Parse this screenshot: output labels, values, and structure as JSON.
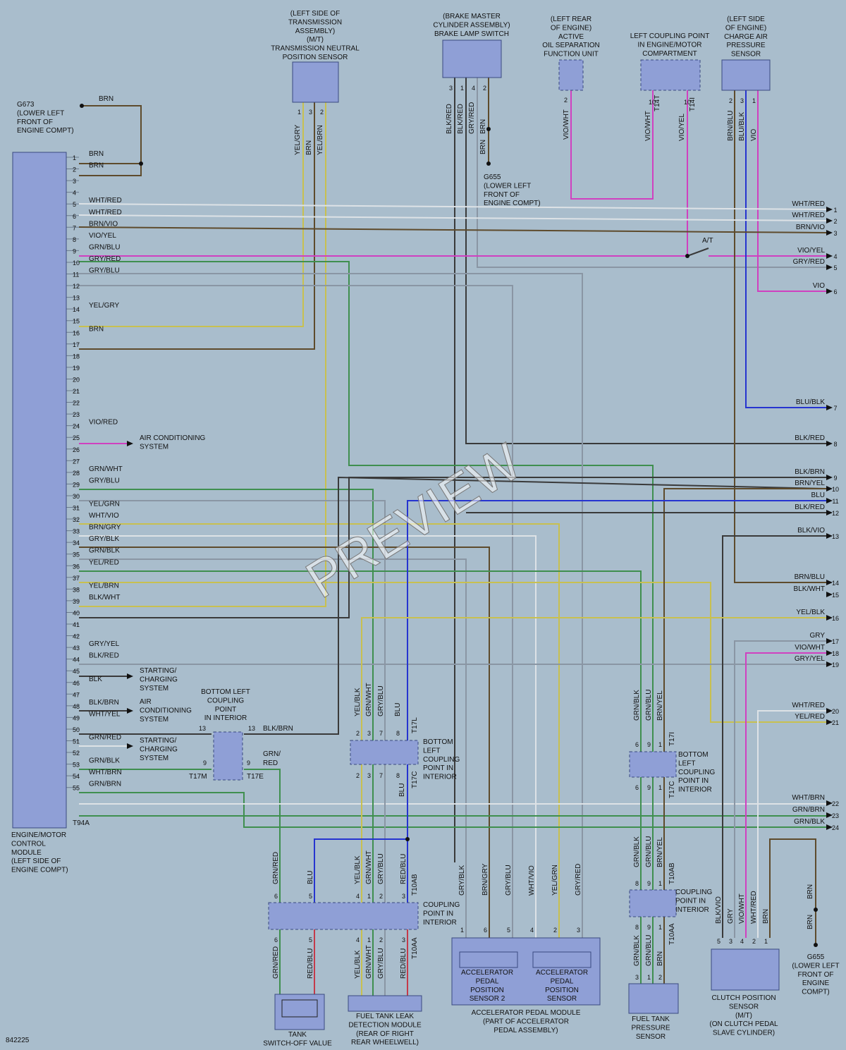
{
  "ecm": {
    "label": [
      "ENGINE/MOTOR",
      "CONTROL",
      "MODULE",
      "(LEFT SIDE OF",
      "ENGINE COMPT)"
    ],
    "connector": "T94A",
    "pins": [
      {
        "n": "1",
        "w": "BRN"
      },
      {
        "n": "2",
        "w": "BRN"
      },
      {
        "n": "3",
        "w": ""
      },
      {
        "n": "4",
        "w": ""
      },
      {
        "n": "5",
        "w": "WHT/RED"
      },
      {
        "n": "6",
        "w": "WHT/RED"
      },
      {
        "n": "7",
        "w": "BRN/VIO"
      },
      {
        "n": "8",
        "w": "VIO/YEL"
      },
      {
        "n": "9",
        "w": "GRN/BLU"
      },
      {
        "n": "10",
        "w": "GRY/RED"
      },
      {
        "n": "11",
        "w": "GRY/BLU"
      },
      {
        "n": "12",
        "w": ""
      },
      {
        "n": "13",
        "w": ""
      },
      {
        "n": "14",
        "w": "YEL/GRY"
      },
      {
        "n": "15",
        "w": ""
      },
      {
        "n": "16",
        "w": "BRN"
      },
      {
        "n": "17",
        "w": ""
      },
      {
        "n": "18",
        "w": ""
      },
      {
        "n": "19",
        "w": ""
      },
      {
        "n": "20",
        "w": ""
      },
      {
        "n": "21",
        "w": ""
      },
      {
        "n": "22",
        "w": ""
      },
      {
        "n": "23",
        "w": ""
      },
      {
        "n": "24",
        "w": "VIO/RED"
      },
      {
        "n": "25",
        "w": ""
      },
      {
        "n": "26",
        "w": ""
      },
      {
        "n": "27",
        "w": ""
      },
      {
        "n": "28",
        "w": "GRN/WHT"
      },
      {
        "n": "29",
        "w": "GRY/BLU"
      },
      {
        "n": "30",
        "w": ""
      },
      {
        "n": "31",
        "w": "YEL/GRN"
      },
      {
        "n": "32",
        "w": "WHT/VIO"
      },
      {
        "n": "33",
        "w": "BRN/GRY"
      },
      {
        "n": "34",
        "w": "GRY/BLK"
      },
      {
        "n": "35",
        "w": "GRN/BLK"
      },
      {
        "n": "36",
        "w": "YEL/RED"
      },
      {
        "n": "37",
        "w": ""
      },
      {
        "n": "38",
        "w": "YEL/BRN"
      },
      {
        "n": "39",
        "w": "BLK/WHT"
      },
      {
        "n": "40",
        "w": ""
      },
      {
        "n": "41",
        "w": ""
      },
      {
        "n": "42",
        "w": ""
      },
      {
        "n": "43",
        "w": "GRY/YEL"
      },
      {
        "n": "44",
        "w": "BLK/RED"
      },
      {
        "n": "45",
        "w": ""
      },
      {
        "n": "46",
        "w": "BLK"
      },
      {
        "n": "47",
        "w": ""
      },
      {
        "n": "48",
        "w": "BLK/BRN"
      },
      {
        "n": "49",
        "w": "WHT/YEL"
      },
      {
        "n": "50",
        "w": ""
      },
      {
        "n": "51",
        "w": "GRN/RED"
      },
      {
        "n": "52",
        "w": ""
      },
      {
        "n": "53",
        "w": "GRN/BLK"
      },
      {
        "n": "54",
        "w": "WHT/BRN"
      },
      {
        "n": "55",
        "w": "GRN/BRN"
      }
    ]
  },
  "grounds": {
    "g673": [
      "G673",
      "(LOWER LEFT",
      "FRONT OF",
      "ENGINE COMPT)"
    ],
    "g673_wire": "BRN",
    "g655_top": [
      "G655",
      "(LOWER LEFT",
      "FRONT OF",
      "ENGINE COMPT)"
    ],
    "g655_bottom": [
      "G655",
      "(LOWER LEFT",
      "FRONT OF",
      "ENGINE",
      "COMPT)"
    ],
    "brn": "BRN"
  },
  "top_components": {
    "tns": {
      "label": [
        "(LEFT SIDE OF",
        "TRANSMISSION",
        "ASSEMBLY)",
        "(M/T)",
        "TRANSMISSION NEUTRAL",
        "POSITION SENSOR"
      ],
      "pins": [
        "1",
        "3",
        "2"
      ],
      "wires": [
        "YEL/GRY",
        "BRN",
        "YEL/BRN"
      ]
    },
    "brake": {
      "label": [
        "(BRAKE MASTER",
        "CYLINDER ASSEMBLY)",
        "BRAKE LAMP SWITCH"
      ],
      "pins": [
        "3",
        "1",
        "4",
        "2"
      ],
      "wires": [
        "BLK/RED",
        "BLK/RED",
        "GRY/RED",
        "BRN"
      ]
    },
    "oil": {
      "label": [
        "(LEFT REAR",
        "OF ENGINE)",
        "ACTIVE",
        "OIL SEPARATION",
        "FUNCTION UNIT"
      ],
      "pins": [
        "2"
      ],
      "wires": [
        "VIO/WHT"
      ]
    },
    "coupling": {
      "label": [
        "LEFT COUPLING POINT",
        "IN ENGINE/MOTOR",
        "COMPARTMENT"
      ],
      "pins": [
        "10",
        "10"
      ],
      "conns": [
        "T14T",
        "T14I"
      ],
      "wires": [
        "VIO/WHT",
        "VIO/YEL"
      ]
    },
    "charge": {
      "label": [
        "(LEFT SIDE",
        "OF ENGINE)",
        "CHARGE AIR",
        "PRESSURE",
        "SENSOR"
      ],
      "pins": [
        "2",
        "3",
        "1"
      ],
      "wires": [
        "BRN/BLU",
        "BLU/BLK",
        "VIO"
      ]
    }
  },
  "at_label": "A/T",
  "right_refs": [
    {
      "n": "1",
      "w": "WHT/RED"
    },
    {
      "n": "2",
      "w": "WHT/RED"
    },
    {
      "n": "3",
      "w": "BRN/VIO"
    },
    {
      "n": "4",
      "w": "VIO/YEL"
    },
    {
      "n": "5",
      "w": "GRY/RED"
    },
    {
      "n": "6",
      "w": "VIO"
    },
    {
      "n": "7",
      "w": "BLU/BLK"
    },
    {
      "n": "8",
      "w": "BLK/RED"
    },
    {
      "n": "9",
      "w": "BLK/BRN"
    },
    {
      "n": "10",
      "w": "BRN/YEL"
    },
    {
      "n": "11",
      "w": "BLU"
    },
    {
      "n": "12",
      "w": "BLK/RED"
    },
    {
      "n": "13",
      "w": "BLK/VIO"
    },
    {
      "n": "14",
      "w": "BRN/BLU"
    },
    {
      "n": "15",
      "w": "BLK/WHT"
    },
    {
      "n": "16",
      "w": "YEL/BLK"
    },
    {
      "n": "17",
      "w": "GRY"
    },
    {
      "n": "18",
      "w": "VIO/WHT"
    },
    {
      "n": "19",
      "w": "GRY/YEL"
    },
    {
      "n": "20",
      "w": "WHT/RED"
    },
    {
      "n": "21",
      "w": "YEL/RED"
    },
    {
      "n": "22",
      "w": "WHT/BRN"
    },
    {
      "n": "23",
      "w": "GRN/BRN"
    },
    {
      "n": "24",
      "w": "GRN/BLK"
    }
  ],
  "destinations": {
    "ac1": [
      "AIR CONDITIONING",
      "SYSTEM"
    ],
    "sc1": [
      "STARTING/",
      "CHARGING",
      "SYSTEM"
    ],
    "ac2": [
      "AIR",
      "CONDITIONING",
      "SYSTEM"
    ],
    "sc2": [
      "STARTING/",
      "CHARGING",
      "SYSTEM"
    ]
  },
  "interior_couplings": {
    "bl1": {
      "label": [
        "BOTTOM LEFT",
        "COUPLING",
        "POINT",
        "IN INTERIOR"
      ],
      "pins": [
        "13",
        "13",
        "9",
        "9"
      ],
      "conns": [
        "T17M",
        "T17E"
      ],
      "wires": [
        "BLK/BRN",
        "GRN/",
        "RED"
      ]
    },
    "bl2": {
      "label": [
        "BOTTOM",
        "LEFT",
        "COUPLING",
        "POINT IN",
        "INTERIOR"
      ],
      "top_pins": [
        "2",
        "3",
        "7",
        "8"
      ],
      "top_wires": [
        "YEL/BLK",
        "GRN/WHT",
        "GRY/BLU",
        "BLU"
      ],
      "bot_pins": [
        "2",
        "3",
        "7",
        "8"
      ],
      "conns": [
        "T17L",
        "T17C"
      ],
      "bot_wire": "BLU"
    },
    "bl3": {
      "label": [
        "BOTTOM",
        "LEFT",
        "COUPLING",
        "POINT IN",
        "INTERIOR"
      ],
      "top_pins": [
        "6",
        "9",
        "1"
      ],
      "top_wires": [
        "GRN/BLK",
        "GRN/BLU",
        "BRN/YEL"
      ],
      "bot_pins": [
        "6",
        "9",
        "1"
      ],
      "conns": [
        "T17I",
        "T17C"
      ]
    },
    "cp1": {
      "label": [
        "COUPLING",
        "POINT IN",
        "INTERIOR"
      ],
      "top_pins": [
        "6",
        "5",
        "4",
        "1",
        "2",
        "3"
      ],
      "top_wires": [
        "GRN/RED",
        "BLU",
        "YEL/BLK",
        "GRN/WHT",
        "GRY/BLU",
        "RED/BLU"
      ],
      "bot_pins": [
        "6",
        "5",
        "4",
        "1",
        "2",
        "3"
      ],
      "bot_wires": [
        "GRN/RED",
        "RED/BLU",
        "YEL/BLK",
        "GRN/WHT",
        "GRY/BLU",
        "RED/BLU"
      ],
      "conns": [
        "T10AB",
        "T10AA"
      ]
    },
    "cp2": {
      "label": [
        "COUPLING",
        "POINT IN",
        "INTERIOR"
      ],
      "top_pins": [
        "8",
        "9",
        "1"
      ],
      "top_wires": [
        "GRN/BLK",
        "GRN/BLU",
        "BRN/YEL"
      ],
      "bot_pins": [
        "8",
        "9",
        "1"
      ],
      "bot_wires": [
        "GRN/BLK",
        "GRN/BLU",
        "BRN"
      ],
      "conns": [
        "T10AB",
        "T10AA"
      ]
    }
  },
  "bottom_components": {
    "tank": {
      "label": [
        "TANK",
        "SWITCH-OFF VALUE"
      ]
    },
    "leak": {
      "label": [
        "FUEL TANK LEAK",
        "DETECTION MODULE",
        "(REAR OF RIGHT",
        "REAR WHEELWELL)"
      ]
    },
    "apm": {
      "label": [
        "ACCELERATOR PEDAL MODULE",
        "(PART OF ACCELERATOR",
        "PEDAL ASSEMBLY)"
      ],
      "s2": [
        "ACCELERATOR",
        "PEDAL",
        "POSITION",
        "SENSOR 2"
      ],
      "s1": [
        "ACCELERATOR",
        "PEDAL",
        "POSITION",
        "SENSOR"
      ],
      "pins": [
        "1",
        "6",
        "5",
        "4",
        "2",
        "3"
      ],
      "wires": [
        "GRY/BLK",
        "BRN/GRY",
        "GRY/BLU",
        "WHT/VIO",
        "YEL/GRN",
        "GRY/RED"
      ]
    },
    "ftp": {
      "label": [
        "FUEL TANK",
        "PRESSURE",
        "SENSOR"
      ],
      "pins": [
        "3",
        "1",
        "2"
      ],
      "wires": [
        "GRN/BLK",
        "GRN/BLU",
        "BRN"
      ]
    },
    "cps": {
      "label": [
        "CLUTCH POSITION",
        "SENSOR",
        "(M/T)",
        "(ON CLUTCH PEDAL",
        "SLAVE CYLINDER)"
      ],
      "pins": [
        "5",
        "3",
        "4",
        "2",
        "1"
      ],
      "wires": [
        "BLK/VIO",
        "GRY",
        "VIO/WHT",
        "WHT/RED",
        "BRN"
      ]
    }
  },
  "watermark": "PREVIEW",
  "figure_id": "842225",
  "colors": {
    "bg": "#a9bdcc",
    "comp": "#8f9fd6",
    "BRN": "#5e4b2c",
    "WHT": "#dde2e6",
    "RED": "#c43a4a",
    "VIO": "#d040c0",
    "YEL": "#c8c050",
    "GRN": "#3f8f4f",
    "BLU": "#2634d0",
    "GRY": "#8a96a4",
    "BLK": "#3a3a3a"
  }
}
